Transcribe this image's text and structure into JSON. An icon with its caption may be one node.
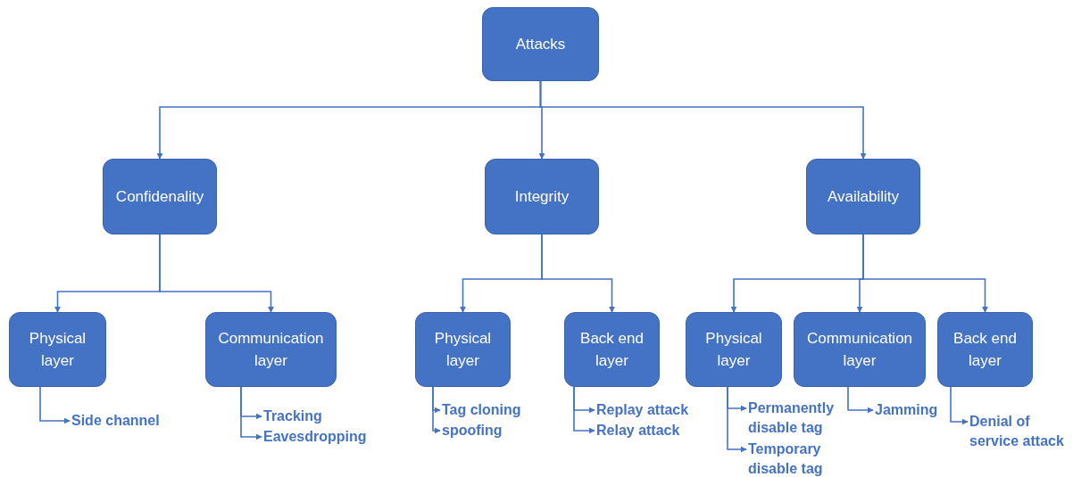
{
  "diagram": {
    "nodes": [
      {
        "text": [
          "Attacks"
        ]
      },
      {
        "text": [
          "Confidenality"
        ]
      },
      {
        "text": [
          "Integrity"
        ]
      },
      {
        "text": [
          "Availability"
        ]
      },
      {
        "text": [
          "Physical layer"
        ]
      },
      {
        "text": [
          "Communication layer"
        ]
      },
      {
        "text": [
          "Physical layer"
        ]
      },
      {
        "text": [
          "Back end layer"
        ]
      },
      {
        "text": [
          "Physical layer"
        ]
      },
      {
        "text": [
          "Communication layer"
        ]
      },
      {
        "text": [
          "Back end layer"
        ]
      },
      {
        "text": [
          "Side channel"
        ]
      },
      {
        "text": [
          "Tracking"
        ]
      },
      {
        "text": [
          "Eavesdropping"
        ]
      },
      {
        "text": [
          "Tag cloning"
        ]
      },
      {
        "text": [
          "spoofing"
        ]
      },
      {
        "text": [
          "Replay attack"
        ]
      },
      {
        "text": [
          "Relay attack"
        ]
      },
      {
        "text": [
          "Permanently disable tag"
        ]
      },
      {
        "text": [
          "Temporary disable tag"
        ]
      },
      {
        "text": [
          "Jamming"
        ]
      },
      {
        "text": [
          "Denial of service attack"
        ]
      }
    ],
    "edges": [
      {
        "from": 0,
        "to": 1,
        "arrow": "to"
      },
      {
        "from": 0,
        "to": 2,
        "arrow": "to"
      },
      {
        "from": 0,
        "to": 3,
        "arrow": "to"
      },
      {
        "from": 1,
        "to": 4,
        "arrow": "to"
      },
      {
        "from": 1,
        "to": 5,
        "arrow": "to"
      },
      {
        "from": 2,
        "to": 6,
        "arrow": "to"
      },
      {
        "from": 2,
        "to": 7,
        "arrow": "to"
      },
      {
        "from": 3,
        "to": 8,
        "arrow": "to"
      },
      {
        "from": 3,
        "to": 9,
        "arrow": "to"
      },
      {
        "from": 3,
        "to": 10,
        "arrow": "to"
      },
      {
        "from": 4,
        "to": 11,
        "arrow": "to"
      },
      {
        "from": 5,
        "to": 12,
        "arrow": "to"
      },
      {
        "from": 5,
        "to": 13,
        "arrow": "to"
      },
      {
        "from": 6,
        "to": 14,
        "arrow": "to"
      },
      {
        "from": 6,
        "to": 15,
        "arrow": "to"
      },
      {
        "from": 7,
        "to": 16,
        "arrow": "to"
      },
      {
        "from": 7,
        "to": 17,
        "arrow": "to"
      },
      {
        "from": 8,
        "to": 18,
        "arrow": "to"
      },
      {
        "from": 8,
        "to": 19,
        "arrow": "to"
      },
      {
        "from": 9,
        "to": 20,
        "arrow": "to"
      },
      {
        "from": 10,
        "to": 21,
        "arrow": "to"
      }
    ]
  }
}
